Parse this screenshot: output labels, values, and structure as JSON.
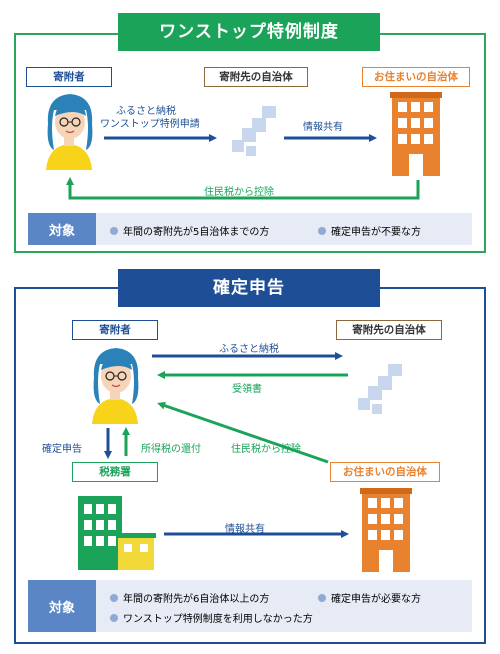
{
  "one_stop": {
    "title": "ワンストップ特例制度",
    "donor_label": "寄附者",
    "destination_label": "寄附先の自治体",
    "residence_label": "お住まいの自治体",
    "arrow_apply_line1": "ふるさと納税",
    "arrow_apply_line2": "ワンストップ特例申請",
    "arrow_share": "情報共有",
    "arrow_deduction": "住民税から控除",
    "target_label": "対象",
    "conditions": [
      "年間の寄附先が5自治体までの方",
      "確定申告が不要な方"
    ]
  },
  "tax_return": {
    "title": "確定申告",
    "donor_label": "寄附者",
    "destination_label": "寄附先の自治体",
    "tax_office_label": "税務署",
    "residence_label": "お住まいの自治体",
    "arrow_donation": "ふるさと納税",
    "arrow_receipt": "受領書",
    "arrow_filing": "確定申告",
    "arrow_refund": "所得税の還付",
    "arrow_deduction": "住民税から控除",
    "arrow_share": "情報共有",
    "target_label": "対象",
    "conditions": [
      "年間の寄附先が6自治体以上の方",
      "確定申告が必要な方",
      "ワンストップ特例制度を利用しなかった方"
    ]
  },
  "colors": {
    "green": "#1ba35a",
    "navy": "#1e4f96",
    "orange": "#e8822f",
    "pale_blue": "#c8d7ee",
    "person_yellow": "#f7d31a"
  }
}
